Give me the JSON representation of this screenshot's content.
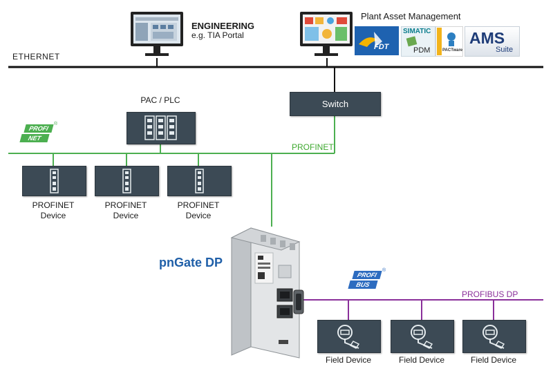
{
  "network": {
    "ethernet_label": "ETHERNET",
    "profinet_label": "PROFINET",
    "profibus_label": "PROFIBUS DP"
  },
  "engineering": {
    "title": "ENGINEERING",
    "subtitle": "e.g. TIA Portal"
  },
  "asset_mgmt": {
    "title": "Plant Asset Management",
    "logos": {
      "fdt": "FDT",
      "simatic_pdm_line1": "SIMATIC",
      "simatic_pdm_line2": "PDM",
      "pactware": "PACTware",
      "ams_line1": "AMS",
      "ams_line2": "Suite"
    }
  },
  "switch": {
    "label": "Switch"
  },
  "plc": {
    "label": "PAC / PLC"
  },
  "profinet_logo": {
    "line1": "PROFI",
    "line2": "NET"
  },
  "profibus_logo": {
    "line1": "PROFI",
    "line2": "BUS"
  },
  "profinet_devices": [
    {
      "line1": "PROFINET",
      "line2": "Device"
    },
    {
      "line1": "PROFINET",
      "line2": "Device"
    },
    {
      "line1": "PROFINET",
      "line2": "Device"
    }
  ],
  "gateway": {
    "label": "pnGate DP"
  },
  "field_devices": [
    {
      "label": "Field Device"
    },
    {
      "label": "Field Device"
    },
    {
      "label": "Field Device"
    }
  ],
  "colors": {
    "ethernet": "#111111",
    "profinet": "#4caf50",
    "profibus": "#8a2f9a",
    "device_box": "#3c4a55",
    "gateway_title": "#1f5fa8"
  }
}
